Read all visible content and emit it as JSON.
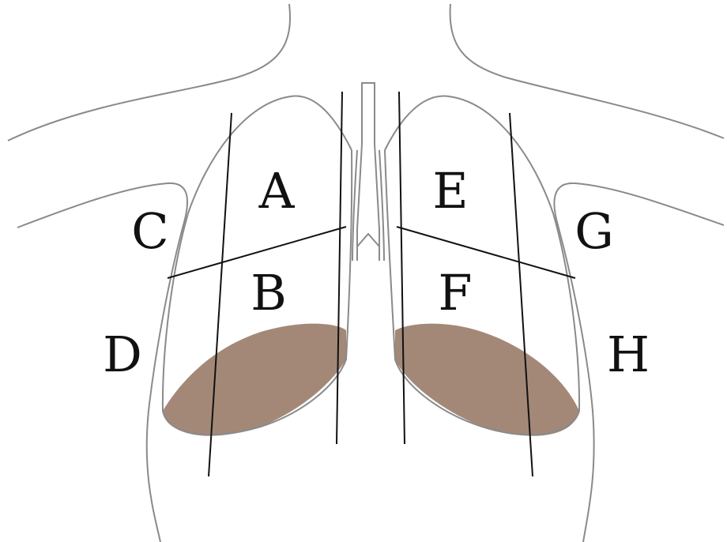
{
  "colors": {
    "background": "#ffffff",
    "outline": "#8a8a8a",
    "line": "#111111",
    "fluid": "#a38878"
  },
  "labels": {
    "a": "A",
    "b": "B",
    "c": "C",
    "d": "D",
    "e": "E",
    "f": "F",
    "g": "G",
    "h": "H"
  }
}
